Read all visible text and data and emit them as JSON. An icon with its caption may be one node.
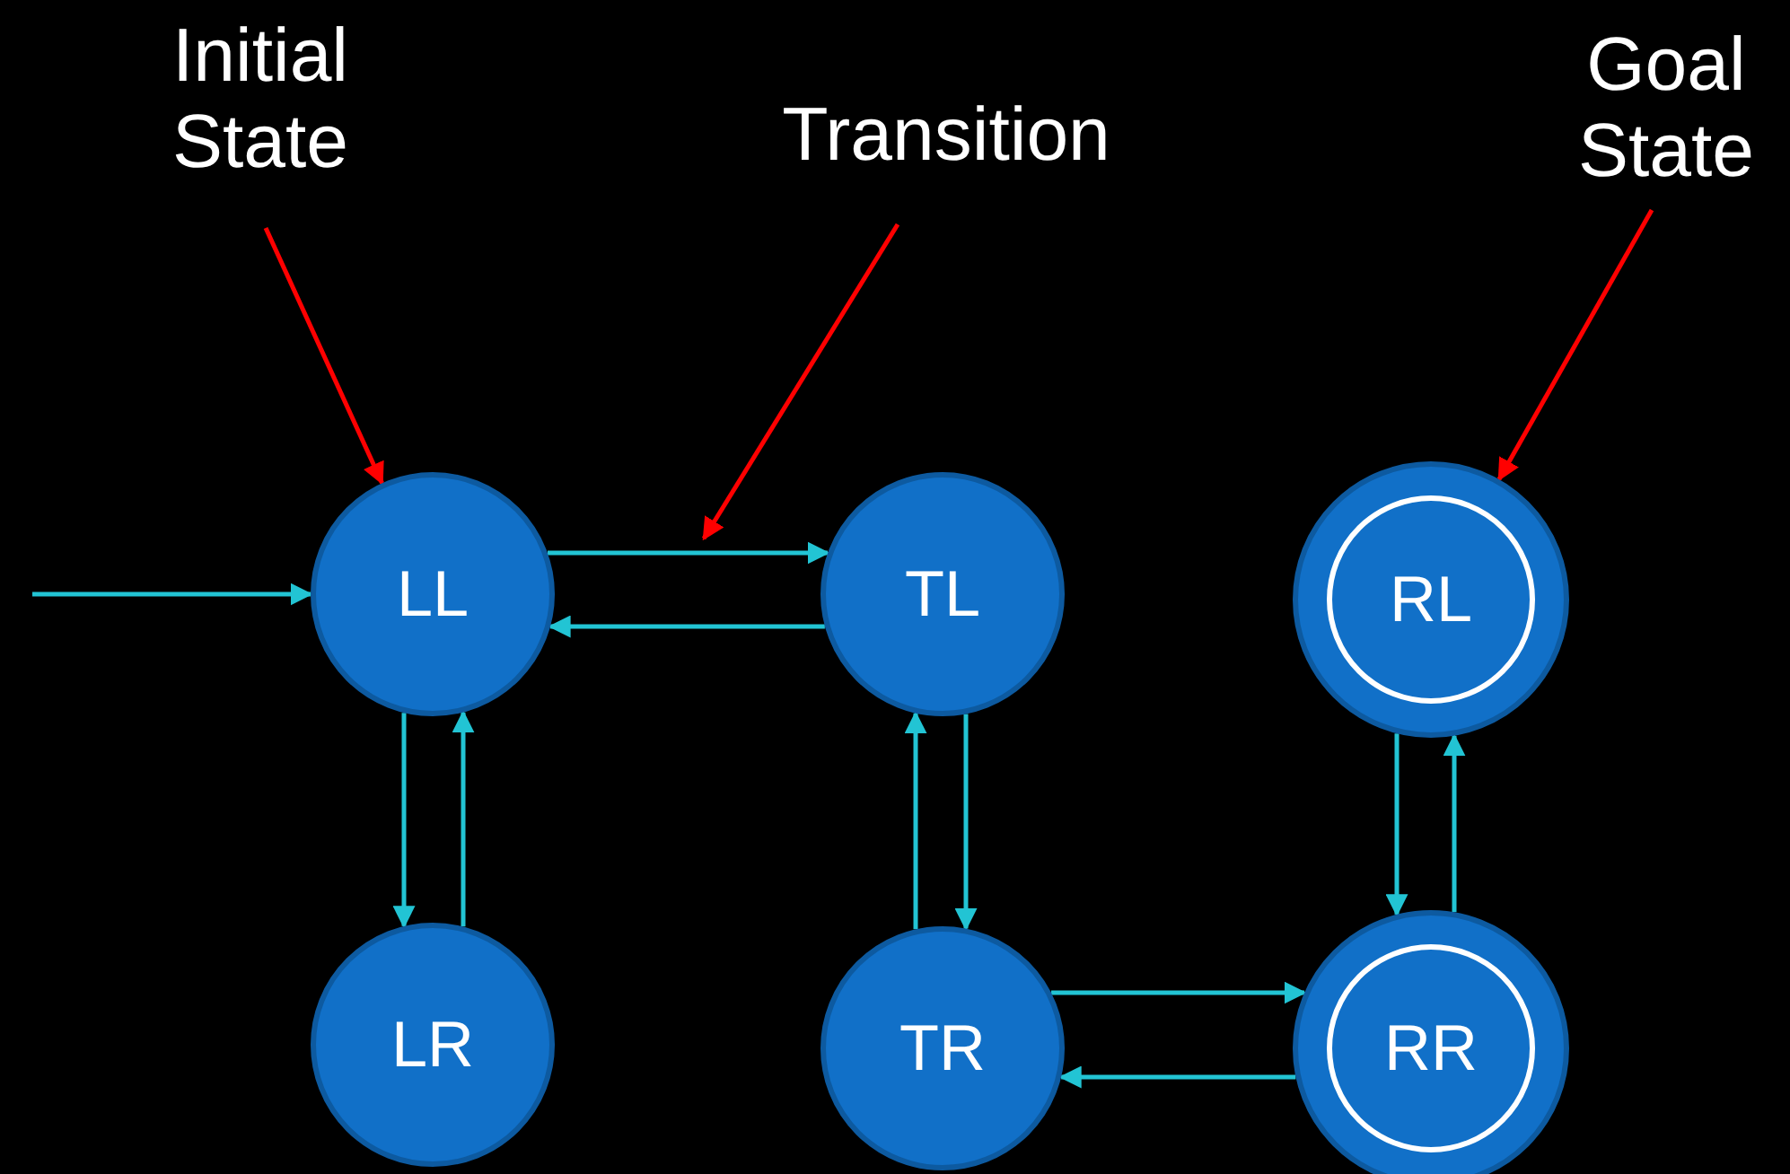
{
  "diagram": {
    "nodes": [
      {
        "text": [
          "Initial State"
        ]
      },
      {
        "text": [
          "Transition"
        ]
      },
      {
        "text": [
          "Goal State"
        ]
      },
      {
        "text": [
          "LL"
        ]
      },
      {
        "text": [
          "TL"
        ]
      },
      {
        "text": [],
        "shape": "circle"
      },
      {
        "text": [
          "RL"
        ],
        "in": 5
      },
      {
        "text": [
          "LR"
        ]
      },
      {
        "text": [
          "TR"
        ]
      },
      {
        "text": [],
        "shape": "circle"
      },
      {
        "text": [
          "RR"
        ],
        "in": 9
      }
    ],
    "edges": [
      {
        "from": null,
        "to": 3,
        "arrow": "to"
      },
      {
        "from": 3,
        "to": 4,
        "arrow": "to"
      },
      {
        "from": 4,
        "to": 3,
        "arrow": "to"
      },
      {
        "from": 3,
        "to": 7,
        "arrow": "to"
      },
      {
        "from": 7,
        "to": 3,
        "arrow": "to"
      },
      {
        "from": 8,
        "to": 4,
        "arrow": "to"
      },
      {
        "from": 4,
        "to": 8,
        "arrow": "to"
      },
      {
        "from": 8,
        "to": 9,
        "arrow": "to"
      },
      {
        "from": 9,
        "to": 8,
        "arrow": "to"
      },
      {
        "from": 9,
        "to": 5,
        "arrow": "to"
      },
      {
        "from": 5,
        "to": 9,
        "arrow": "to"
      },
      {
        "from": 0,
        "to": 3,
        "arrow": "to",
        "color": "#ff0000"
      },
      {
        "from": 1,
        "to": null,
        "arrow": "to",
        "color": "#ff0000"
      },
      {
        "from": 2,
        "to": 5,
        "arrow": "to",
        "color": "#ff0000"
      }
    ]
  }
}
